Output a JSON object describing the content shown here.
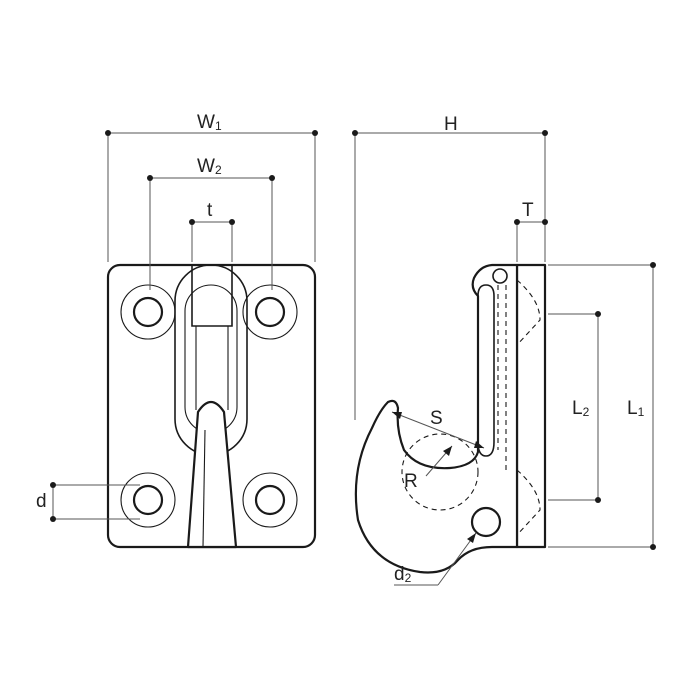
{
  "labels": {
    "w1": "W1",
    "w2": "W2",
    "t": "t",
    "d": "d",
    "h": "H",
    "t_upper": "T",
    "s": "S",
    "r": "R",
    "l1": "L1",
    "l2": "L2",
    "d2": "d2"
  },
  "colors": {
    "line": "#1a1a1a",
    "dimension": "#555555",
    "background": "#ffffff"
  }
}
